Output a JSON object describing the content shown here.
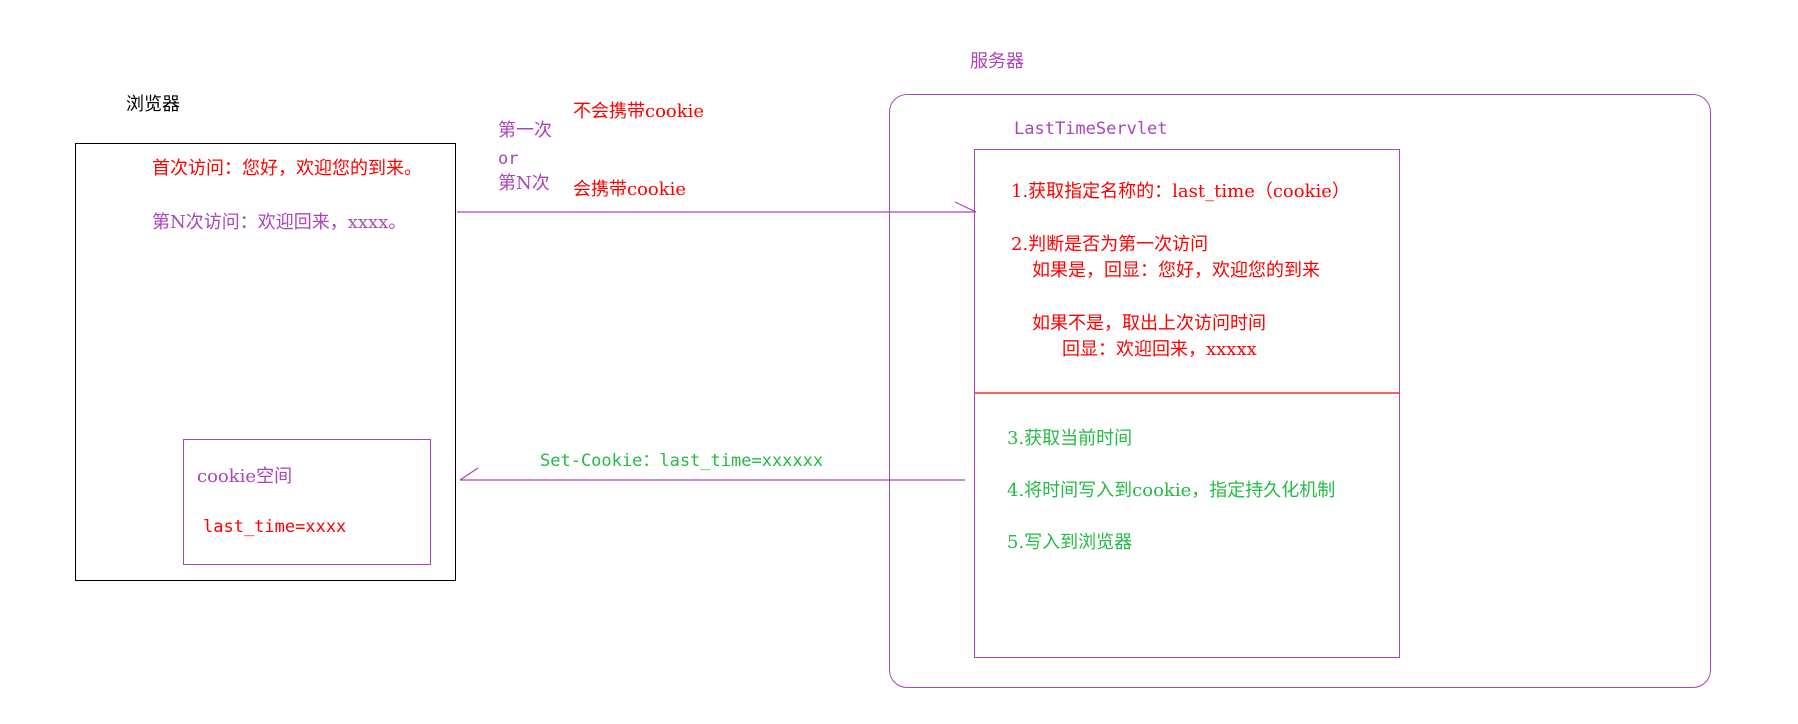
{
  "browser": {
    "title": "浏览器",
    "line1": "首次访问：您好，欢迎您的到来。",
    "line2": "第N次访问：欢迎回来，xxxx。",
    "cookie_space": {
      "title": "cookie空间",
      "value": "last_time=xxxx"
    }
  },
  "server": {
    "title": "服务器",
    "servlet": {
      "name": "LastTimeServlet",
      "step1": "1.获取指定名称的：last_time（cookie）",
      "step2": "2.判断是否为第一次访问",
      "step2_yes": "如果是，回显：您好，欢迎您的到来",
      "step2_no": "如果不是，取出上次访问时间",
      "step2_no_echo": "回显：欢迎回来，xxxxx",
      "step3": "3.获取当前时间",
      "step4": "4.将时间写入到cookie，指定持久化机制",
      "step5": "5.写入到浏览器"
    }
  },
  "request": {
    "first": "第一次",
    "or": "or",
    "nth": "第N次",
    "no_cookie": "不会携带cookie",
    "with_cookie": "会携带cookie"
  },
  "response": {
    "set_cookie": "Set-Cookie：last_time=xxxxxx"
  },
  "colors": {
    "red": "#ff0000",
    "purple": "#aa44bb",
    "green": "#22bb44",
    "black": "#000000"
  }
}
